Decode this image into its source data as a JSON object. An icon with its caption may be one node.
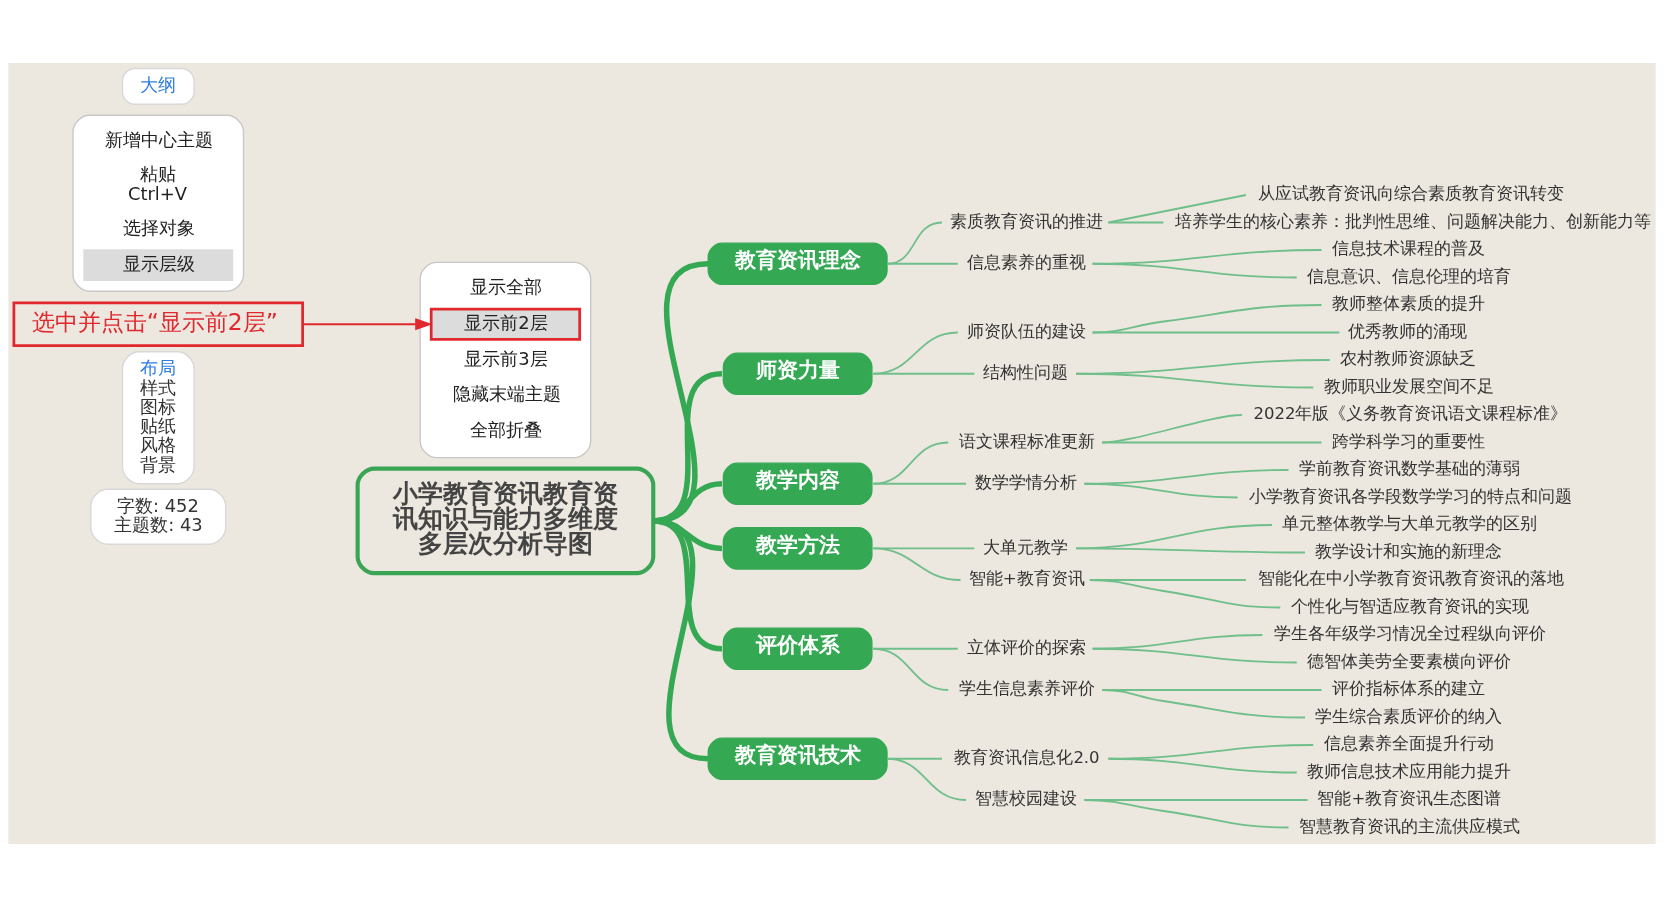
{
  "diagram": {
    "nodes": [
      {
        "text": [
          "大纲"
        ]
      },
      {
        "text": [],
        "shape": "box"
      },
      {
        "text": [
          "新增中心主题"
        ],
        "in": 1
      },
      {
        "text": [
          "粘贴",
          "Ctrl+V"
        ],
        "in": 1
      },
      {
        "text": [
          "选择对象"
        ],
        "in": 1
      },
      {
        "text": [
          "显示层级"
        ],
        "in": 1
      },
      {
        "text": [],
        "shape": "box"
      },
      {
        "text": [
          "显示全部"
        ],
        "in": 6
      },
      {
        "text": [
          "显示前2层"
        ],
        "in": 6
      },
      {
        "text": [
          "显示前3层"
        ],
        "in": 6
      },
      {
        "text": [
          "隐藏末端主题"
        ],
        "in": 6
      },
      {
        "text": [
          "全部折叠"
        ],
        "in": 6
      },
      {
        "text": [
          "选中并点击“显示前2层”"
        ]
      },
      {
        "text": [
          "小学教育资讯教育资讯知识与能力多维度多层次分析导图"
        ]
      },
      {
        "text": [
          "教育资讯理念"
        ]
      },
      {
        "text": [
          "素质教育资讯的推进"
        ]
      },
      {
        "text": [
          "从应试教育资讯向综合素质教育资讯转变"
        ]
      },
      {
        "text": [
          "培养学生的核心素养：批判性思维、问题解决能力、创新能力等"
        ]
      },
      {
        "text": [
          "信息素养的重视"
        ]
      },
      {
        "text": [
          "信息技术课程的普及"
        ]
      },
      {
        "text": [
          "信息意识、信息伦理的培育"
        ]
      },
      {
        "text": [
          "师资力量"
        ]
      },
      {
        "text": [
          "师资队伍的建设"
        ]
      },
      {
        "text": [
          "教师整体素质的提升"
        ]
      },
      {
        "text": [
          "优秀教师的涌现"
        ]
      },
      {
        "text": [
          "结构性问题"
        ]
      },
      {
        "text": [
          "农村教师资源缺乏"
        ]
      },
      {
        "text": [
          "教师职业发展空间不足"
        ]
      },
      {
        "text": [
          "教学内容"
        ]
      },
      {
        "text": [
          "语文课程标准更新"
        ]
      },
      {
        "text": [
          "2022年版《义务教育资讯语文课程标准》"
        ]
      },
      {
        "text": [
          "跨学科学习的重要性"
        ]
      },
      {
        "text": [
          "数学学情分析"
        ]
      },
      {
        "text": [
          "学前教育资讯数学基础的薄弱"
        ]
      },
      {
        "text": [
          "小学教育资讯各学段数学学习的特点和问题"
        ]
      },
      {
        "text": [
          "教学方法"
        ]
      },
      {
        "text": [
          "大单元教学"
        ]
      },
      {
        "text": [
          "单元整体教学与大单元教学的区别"
        ]
      },
      {
        "text": [
          "教学设计和实施的新理念"
        ]
      },
      {
        "text": [
          "智能+教育资讯"
        ]
      },
      {
        "text": [
          "智能化在中小学教育资讯教育资讯的落地"
        ]
      },
      {
        "text": [
          "个性化与智适应教育资讯的实现"
        ]
      },
      {
        "text": [
          "评价体系"
        ]
      },
      {
        "text": [
          "立体评价的探索"
        ]
      },
      {
        "text": [
          "学生各年级学习情况全过程纵向评价"
        ]
      },
      {
        "text": [
          "德智体美劳全要素横向评价"
        ]
      },
      {
        "text": [
          "学生信息素养评价"
        ]
      },
      {
        "text": [
          "评价指标体系的建立"
        ]
      },
      {
        "text": [
          "学生综合素质评价的纳入"
        ]
      },
      {
        "text": [
          "教育资讯技术"
        ]
      },
      {
        "text": [
          "教育资讯信息化2.0"
        ]
      },
      {
        "text": [
          "信息素养全面提升行动"
        ]
      },
      {
        "text": [
          "教师信息技术应用能力提升"
        ]
      },
      {
        "text": [
          "智慧校园建设"
        ]
      },
      {
        "text": [
          "智能+教育资讯生态图谱"
        ]
      },
      {
        "text": [
          "智慧教育资讯的主流供应模式"
        ]
      },
      {
        "text": [
          "布局",
          "样式",
          "图标",
          "贴纸",
          "风格",
          "背景"
        ]
      },
      {
        "text": [
          "字数: 452",
          "主题数: 43"
        ]
      }
    ],
    "edges": [
      {
        "from": 12,
        "to": 8,
        "arrow": "to",
        "color": "#e0282e"
      },
      {
        "from": 13,
        "to": 14,
        "arrow": "none",
        "style": "thick",
        "color": "#34a853"
      },
      {
        "from": 14,
        "to": 15,
        "arrow": "none"
      },
      {
        "from": 15,
        "to": 16,
        "arrow": "none"
      },
      {
        "from": 15,
        "to": 17,
        "arrow": "none"
      },
      {
        "from": 14,
        "to": 18,
        "arrow": "none"
      },
      {
        "from": 18,
        "to": 19,
        "arrow": "none"
      },
      {
        "from": 18,
        "to": 20,
        "arrow": "none"
      },
      {
        "from": 13,
        "to": 21,
        "arrow": "none",
        "style": "thick",
        "color": "#34a853"
      },
      {
        "from": 21,
        "to": 22,
        "arrow": "none"
      },
      {
        "from": 22,
        "to": 23,
        "arrow": "none"
      },
      {
        "from": 22,
        "to": 24,
        "arrow": "none"
      },
      {
        "from": 21,
        "to": 25,
        "arrow": "none"
      },
      {
        "from": 25,
        "to": 26,
        "arrow": "none"
      },
      {
        "from": 25,
        "to": 27,
        "arrow": "none"
      },
      {
        "from": 13,
        "to": 28,
        "arrow": "none",
        "style": "thick",
        "color": "#34a853"
      },
      {
        "from": 28,
        "to": 29,
        "arrow": "none"
      },
      {
        "from": 29,
        "to": 30,
        "arrow": "none"
      },
      {
        "from": 29,
        "to": 31,
        "arrow": "none"
      },
      {
        "from": 28,
        "to": 32,
        "arrow": "none"
      },
      {
        "from": 32,
        "to": 33,
        "arrow": "none"
      },
      {
        "from": 32,
        "to": 34,
        "arrow": "none"
      },
      {
        "from": 13,
        "to": 35,
        "arrow": "none",
        "style": "thick",
        "color": "#34a853"
      },
      {
        "from": 35,
        "to": 36,
        "arrow": "none"
      },
      {
        "from": 36,
        "to": 37,
        "arrow": "none"
      },
      {
        "from": 36,
        "to": 38,
        "arrow": "none"
      },
      {
        "from": 35,
        "to": 39,
        "arrow": "none"
      },
      {
        "from": 39,
        "to": 40,
        "arrow": "none"
      },
      {
        "from": 39,
        "to": 41,
        "arrow": "none"
      },
      {
        "from": 13,
        "to": 42,
        "arrow": "none",
        "style": "thick",
        "color": "#34a853"
      },
      {
        "from": 42,
        "to": 43,
        "arrow": "none"
      },
      {
        "from": 43,
        "to": 44,
        "arrow": "none"
      },
      {
        "from": 43,
        "to": 45,
        "arrow": "none"
      },
      {
        "from": 42,
        "to": 46,
        "arrow": "none"
      },
      {
        "from": 46,
        "to": 47,
        "arrow": "none"
      },
      {
        "from": 46,
        "to": 48,
        "arrow": "none"
      },
      {
        "from": 13,
        "to": 49,
        "arrow": "none",
        "style": "thick",
        "color": "#34a853"
      },
      {
        "from": 49,
        "to": 50,
        "arrow": "none"
      },
      {
        "from": 50,
        "to": 51,
        "arrow": "none"
      },
      {
        "from": 50,
        "to": 52,
        "arrow": "none"
      },
      {
        "from": 49,
        "to": 53,
        "arrow": "none"
      },
      {
        "from": 53,
        "to": 54,
        "arrow": "none"
      },
      {
        "from": 53,
        "to": 55,
        "arrow": "none"
      }
    ]
  }
}
